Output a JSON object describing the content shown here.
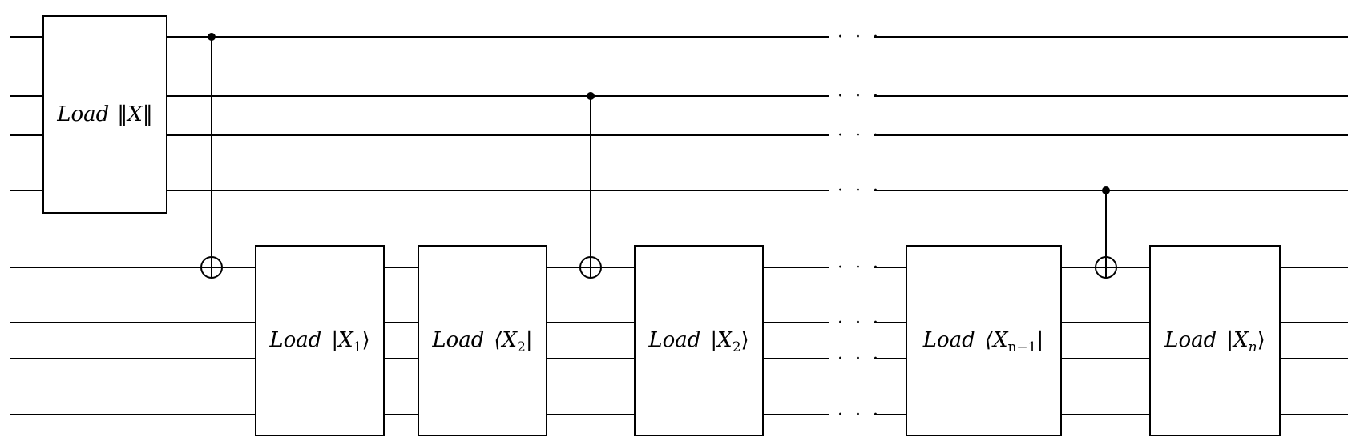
{
  "gates": {
    "norm": {
      "word": "Load",
      "sym": "‖X‖"
    },
    "x1_ket": {
      "word": "Load",
      "sym": "|X",
      "sub": "1",
      "close": "⟩"
    },
    "x2_bra": {
      "word": "Load",
      "sym": "⟨X",
      "sub": "2",
      "close": "|"
    },
    "x2_ket": {
      "word": "Load",
      "sym": "|X",
      "sub": "2",
      "close": "⟩"
    },
    "xn1_bra": {
      "word": "Load",
      "sym": "⟨X",
      "sub": "n−1",
      "close": "|"
    },
    "xn_ket": {
      "word": "Load",
      "sym": "|X",
      "sub": "n",
      "close": "⟩"
    }
  },
  "ellipsis": "· · ·",
  "wires": {
    "top_register": 4,
    "bottom_register": 4
  },
  "colors": {
    "line": "#000000",
    "background": "#ffffff"
  }
}
